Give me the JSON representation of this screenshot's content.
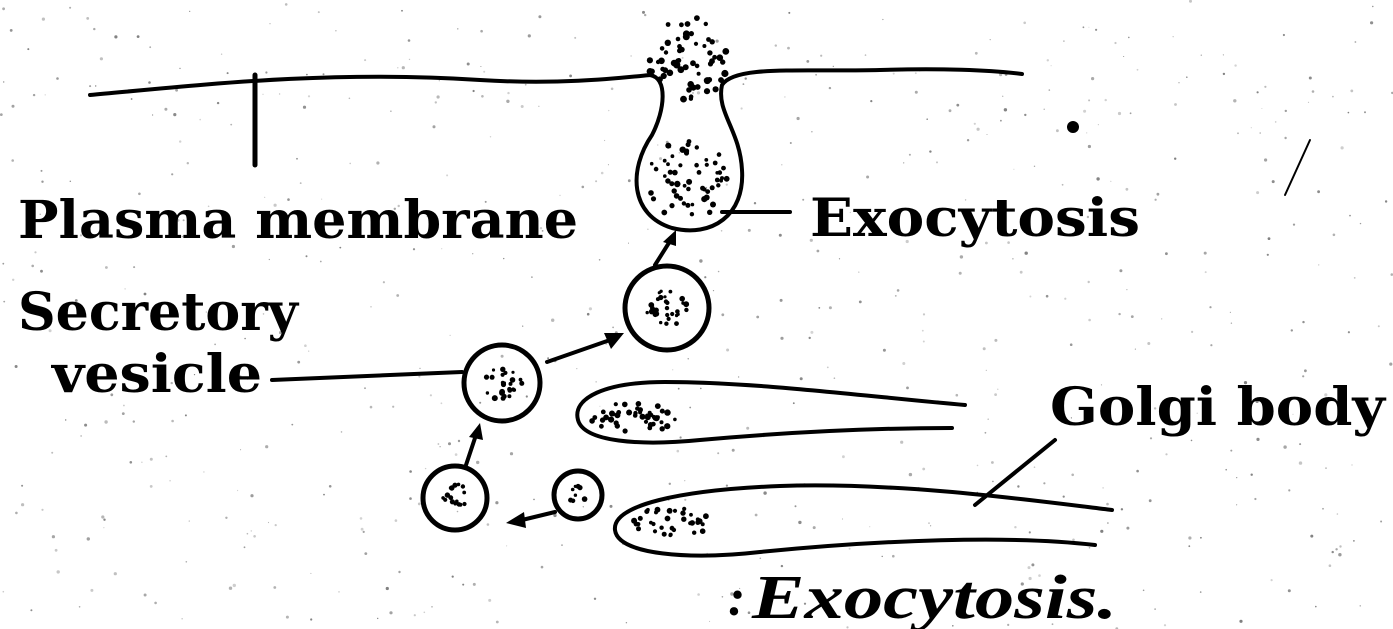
{
  "labels": {
    "plasma_membrane": "Plasma membrane",
    "exocytosis": "Exocytosis",
    "secretory_line1": "Secretory",
    "secretory_line2": "vesicle",
    "golgi_body": "Golgi body"
  },
  "caption": {
    "prefix": ":",
    "title": "Exocytosis."
  },
  "colors": {
    "ink": "#000000",
    "background": "#ffffff"
  }
}
